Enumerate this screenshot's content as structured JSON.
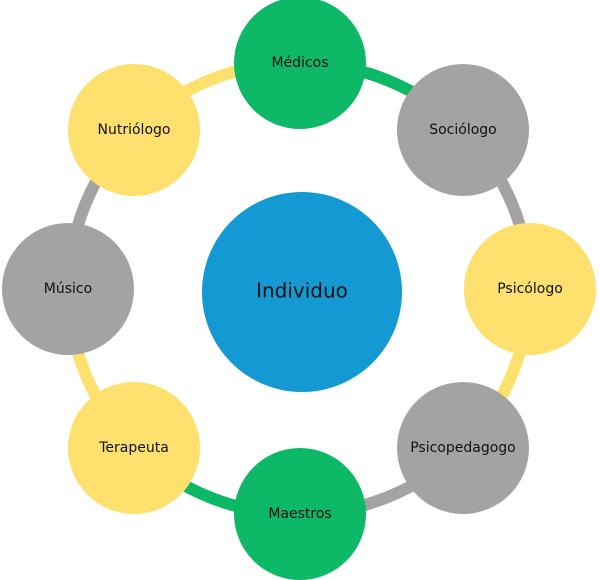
{
  "center": {
    "label": "Individuo",
    "color": "#1499D3"
  },
  "colors": {
    "green": "#0DB867",
    "gray": "#A3A3A3",
    "yellow": "#FDE06E"
  },
  "nodes": [
    {
      "label": "Médicos",
      "color": "green"
    },
    {
      "label": "Sociólogo",
      "color": "gray"
    },
    {
      "label": "Psicólogo",
      "color": "yellow"
    },
    {
      "label": "Psicopedagogo",
      "color": "gray"
    },
    {
      "label": "Maestros",
      "color": "green"
    },
    {
      "label": "Terapeuta",
      "color": "yellow"
    },
    {
      "label": "Músico",
      "color": "gray"
    },
    {
      "label": "Nutriólogo",
      "color": "yellow"
    }
  ]
}
